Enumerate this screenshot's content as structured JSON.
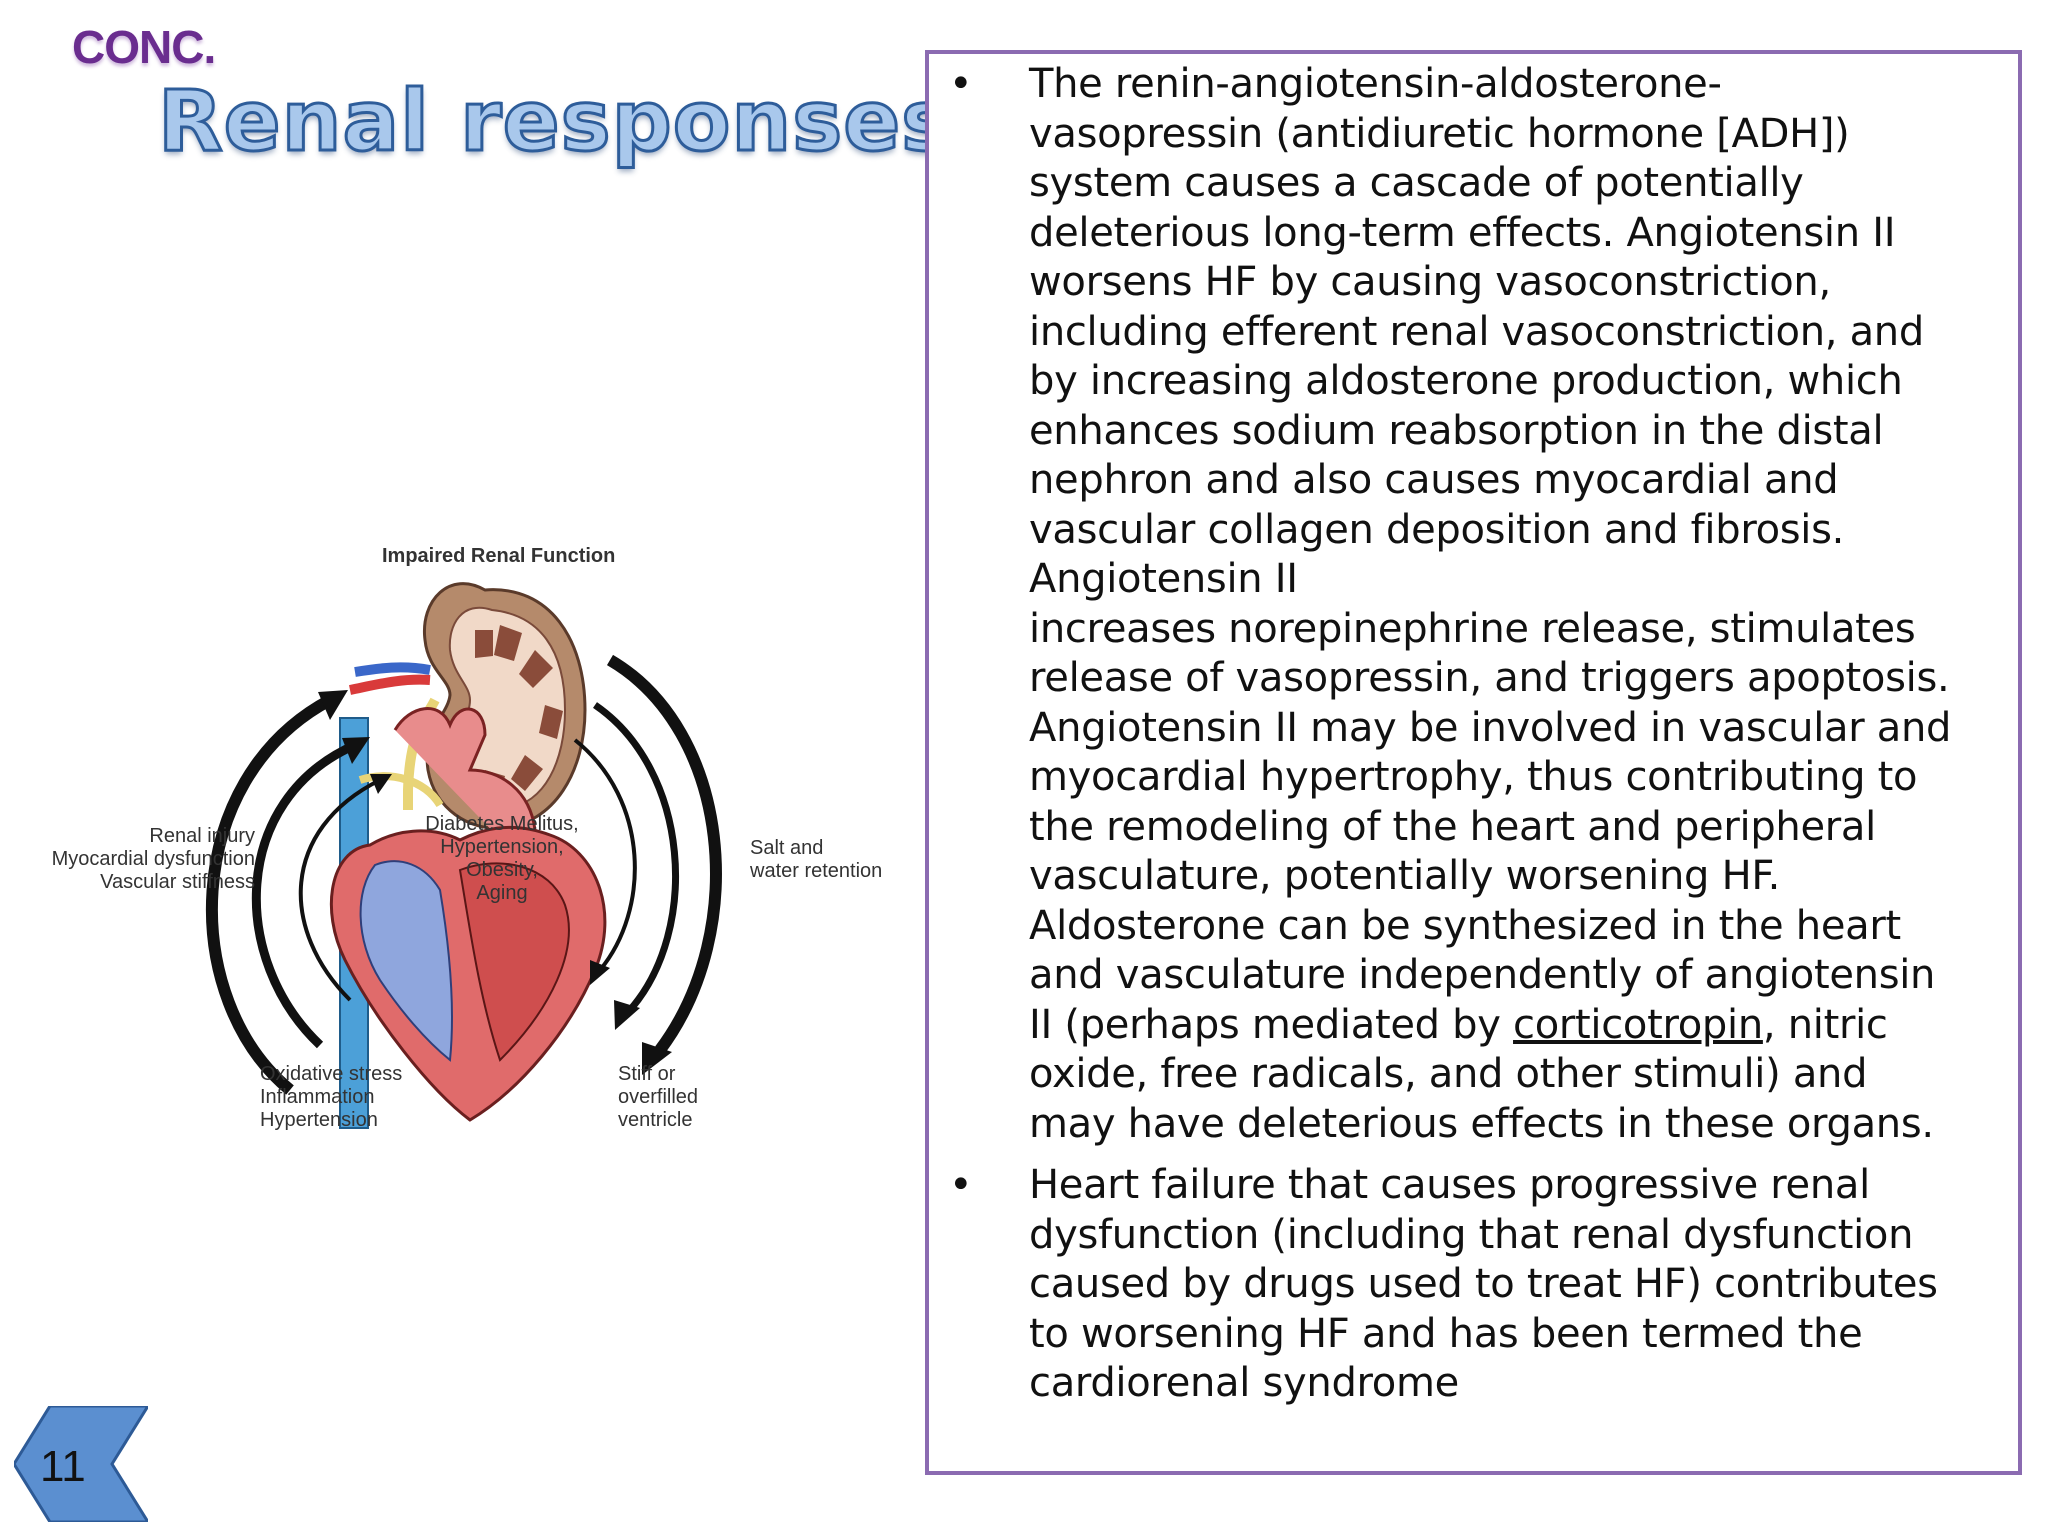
{
  "header": {
    "section_label": "CONC.",
    "title": "Renal responses"
  },
  "figure": {
    "top_title": "Impaired Renal Function",
    "left_labels": [
      "Renal injury",
      "Myocardial dysfunction",
      "Vascular stiffness"
    ],
    "center_labels": [
      "Diabetes Melitus,",
      "Hypertension,",
      "Obesity,",
      "Aging"
    ],
    "right_labels": [
      "Salt and",
      "water retention"
    ],
    "bottom_left_labels": [
      "Oxidative stress",
      "Inflammation",
      "Hypertension"
    ],
    "bottom_right_labels": [
      "Stiff or",
      "overfilled",
      "ventricle"
    ]
  },
  "content": {
    "bullet_char": "•",
    "bullet1_lines": [
      "The renin-angiotensin-aldosterone-",
      "vasopressin (antidiuretic hormone [ADH])",
      "system causes a cascade of potentially",
      "deleterious long-term effects. Angiotensin II",
      "worsens HF by causing vasoconstriction,",
      "including efferent renal vasoconstriction, and",
      "by increasing aldosterone production, which",
      "enhances sodium reabsorption in the distal",
      "nephron and also causes myocardial and",
      "vascular collagen deposition and fibrosis.",
      "Angiotensin II",
      "increases norepinephrine release, stimulates",
      "release of vasopressin, and triggers apoptosis.",
      "Angiotensin II may be involved in vascular and",
      "myocardial hypertrophy, thus contributing to",
      "the remodeling of the heart and peripheral",
      "vasculature, potentially worsening HF.",
      "Aldosterone can be synthesized in the heart",
      "and vasculature independently of angiotensin"
    ],
    "bullet1_line20_before": "II (perhaps mediated by ",
    "bullet1_link": "corticotropin",
    "bullet1_line20_after": ", nitric",
    "bullet1_tail_lines": [
      "oxide, free radicals, and other stimuli) and",
      "may have deleterious effects in these organs."
    ],
    "bullet2_lines": [
      "Heart failure that causes progressive renal",
      "dysfunction (including that renal dysfunction",
      "caused by drugs used to treat HF) contributes",
      "to worsening HF and has been termed the",
      "cardiorenal syndrome"
    ]
  },
  "footer": {
    "page_number": "11",
    "nav_color": "#5b8fd0"
  }
}
